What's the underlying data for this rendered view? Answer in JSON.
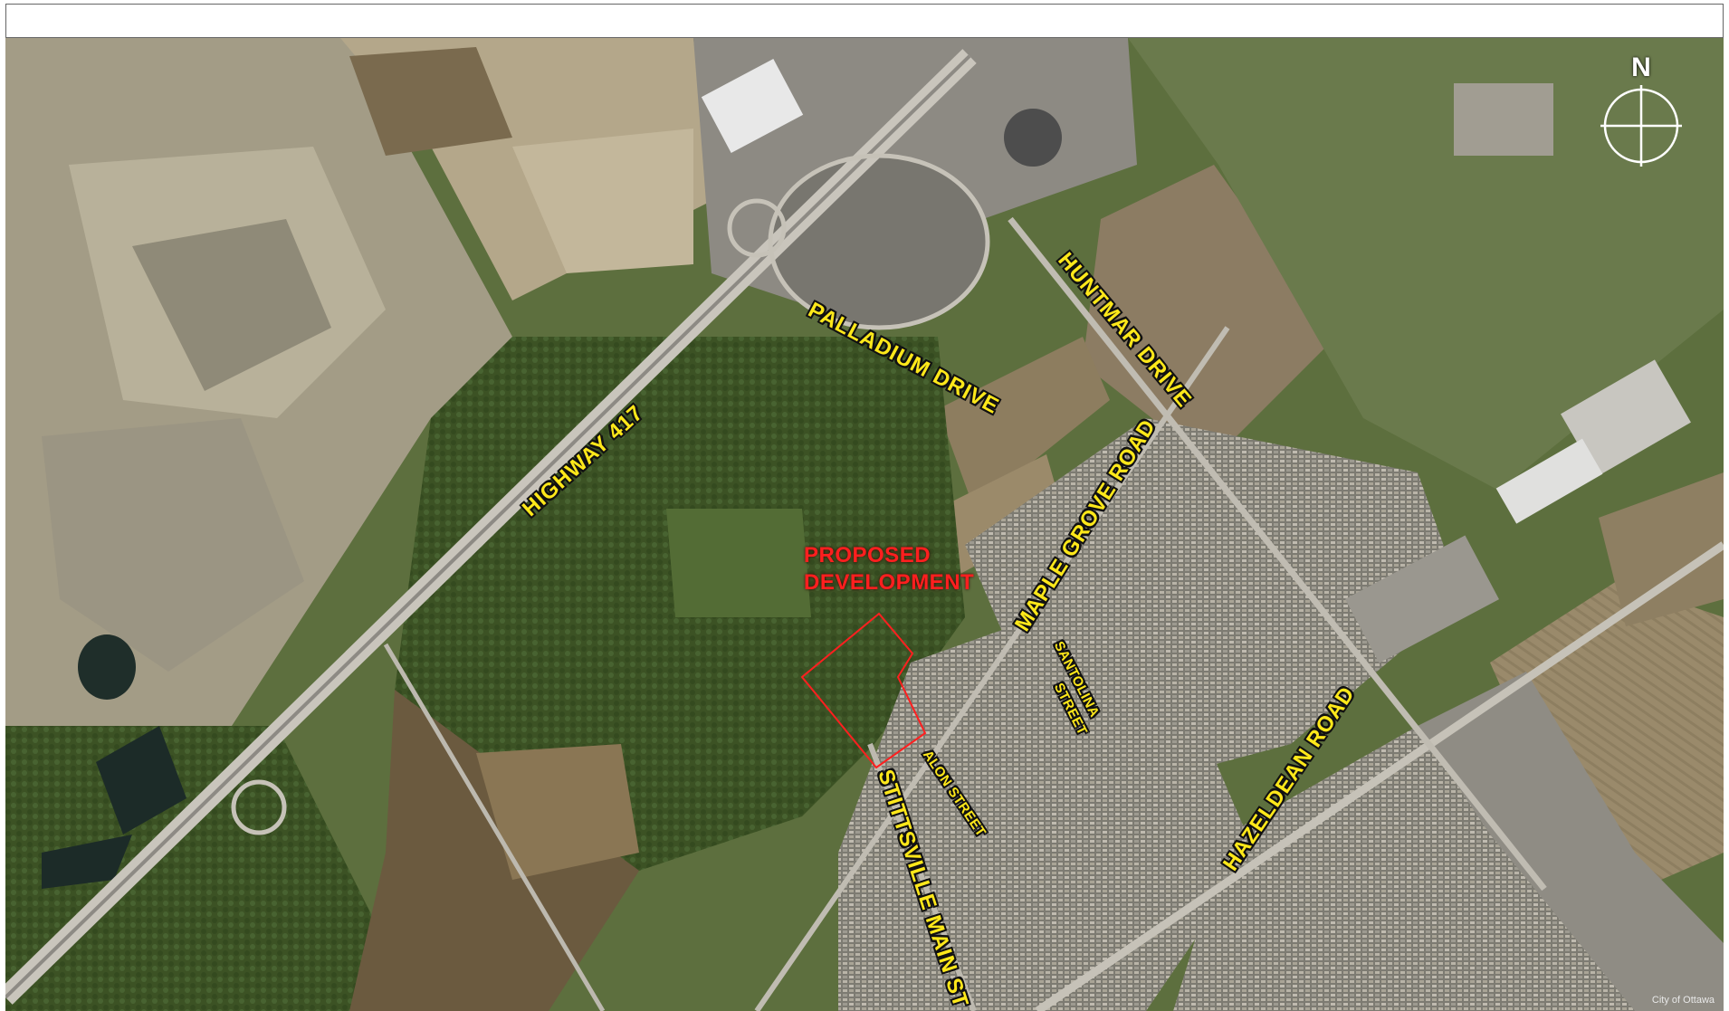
{
  "labels": {
    "highway_417": "HIGHWAY 417",
    "palladium_drive": "PALLADIUM DRIVE",
    "huntmar_drive": "HUNTMAR DRIVE",
    "maple_grove_road": "MAPLE GROVE ROAD",
    "santolina_street_1": "SANTOLINA",
    "santolina_street_2": "STREET",
    "alon_street": "ALON STREET",
    "stittsville_main_st": "STITTSVILLE MAIN ST",
    "hazeldean_road": "HAZELDEAN ROAD"
  },
  "development": {
    "line1": "PROPOSED",
    "line2": "DEVELOPMENT"
  },
  "north_arrow": {
    "label": "N"
  },
  "credit": "City of Ottawa",
  "colors": {
    "label_fill": "#ffe81a",
    "development_outline": "#ff1f1f",
    "forest": "#3f5526",
    "field": "#8a7a5e",
    "urban": "#8f8c84"
  }
}
